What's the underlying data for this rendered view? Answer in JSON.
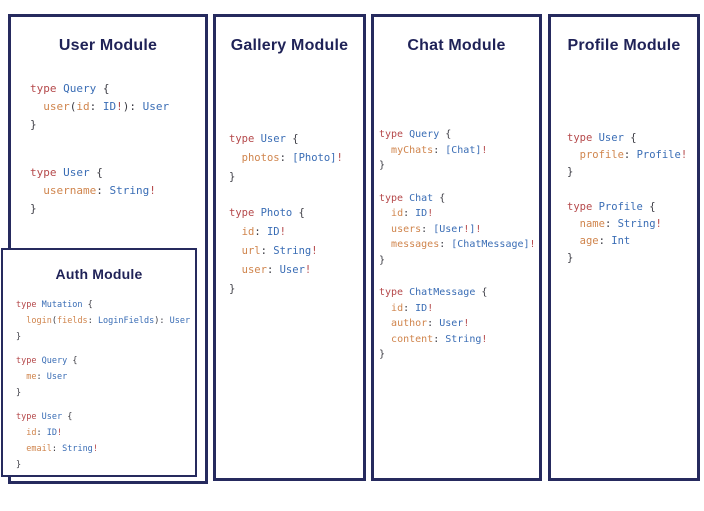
{
  "colors": {
    "border_navy": "#262a5e",
    "title_navy": "#1f2257",
    "keyword_red": "#b5494b",
    "typename_blue": "#3a6db5",
    "field_orange": "#d0854d",
    "punctuation_dark": "#3c3c44",
    "bang_red": "#b5494b",
    "background": "#ffffff"
  },
  "modules": [
    {
      "id": "user",
      "title": "User Module",
      "blocks": [
        [
          [
            [
              "k",
              "type "
            ],
            [
              "t",
              "Query "
            ],
            [
              "p",
              "{"
            ]
          ],
          [
            [
              "p",
              "  "
            ],
            [
              "f",
              "user"
            ],
            [
              "p",
              "("
            ],
            [
              "f",
              "id"
            ],
            [
              "p",
              ": "
            ],
            [
              "t",
              "ID"
            ],
            [
              "b",
              "!"
            ],
            [
              "p",
              "): "
            ],
            [
              "t",
              "User"
            ]
          ],
          [
            [
              "p",
              "}"
            ]
          ]
        ],
        [
          [
            [
              "k",
              "type "
            ],
            [
              "t",
              "User "
            ],
            [
              "p",
              "{"
            ]
          ],
          [
            [
              "p",
              "  "
            ],
            [
              "f",
              "username"
            ],
            [
              "p",
              ": "
            ],
            [
              "t",
              "String"
            ],
            [
              "b",
              "!"
            ]
          ],
          [
            [
              "p",
              "}"
            ]
          ]
        ]
      ]
    },
    {
      "id": "gallery",
      "title": "Gallery Module",
      "blocks": [
        [
          [
            [
              "k",
              "type "
            ],
            [
              "t",
              "User "
            ],
            [
              "p",
              "{"
            ]
          ],
          [
            [
              "p",
              "  "
            ],
            [
              "f",
              "photos"
            ],
            [
              "p",
              ": "
            ],
            [
              "t",
              "[Photo]"
            ],
            [
              "b",
              "!"
            ]
          ],
          [
            [
              "p",
              "}"
            ]
          ]
        ],
        [
          [
            [
              "k",
              "type "
            ],
            [
              "t",
              "Photo "
            ],
            [
              "p",
              "{"
            ]
          ],
          [
            [
              "p",
              "  "
            ],
            [
              "f",
              "id"
            ],
            [
              "p",
              ": "
            ],
            [
              "t",
              "ID"
            ],
            [
              "b",
              "!"
            ]
          ],
          [
            [
              "p",
              "  "
            ],
            [
              "f",
              "url"
            ],
            [
              "p",
              ": "
            ],
            [
              "t",
              "String"
            ],
            [
              "b",
              "!"
            ]
          ],
          [
            [
              "p",
              "  "
            ],
            [
              "f",
              "user"
            ],
            [
              "p",
              ": "
            ],
            [
              "t",
              "User"
            ],
            [
              "b",
              "!"
            ]
          ],
          [
            [
              "p",
              "}"
            ]
          ]
        ]
      ]
    },
    {
      "id": "chat",
      "title": "Chat Module",
      "blocks": [
        [
          [
            [
              "k",
              "type "
            ],
            [
              "t",
              "Query "
            ],
            [
              "p",
              "{"
            ]
          ],
          [
            [
              "p",
              "  "
            ],
            [
              "f",
              "myChats"
            ],
            [
              "p",
              ": "
            ],
            [
              "t",
              "[Chat]"
            ],
            [
              "b",
              "!"
            ]
          ],
          [
            [
              "p",
              "}"
            ]
          ]
        ],
        [
          [
            [
              "k",
              "type "
            ],
            [
              "t",
              "Chat "
            ],
            [
              "p",
              "{"
            ]
          ],
          [
            [
              "p",
              "  "
            ],
            [
              "f",
              "id"
            ],
            [
              "p",
              ": "
            ],
            [
              "t",
              "ID"
            ],
            [
              "b",
              "!"
            ]
          ],
          [
            [
              "p",
              "  "
            ],
            [
              "f",
              "users"
            ],
            [
              "p",
              ": "
            ],
            [
              "t",
              "[User"
            ],
            [
              "b",
              "!"
            ],
            [
              "t",
              "]"
            ],
            [
              "b",
              "!"
            ]
          ],
          [
            [
              "p",
              "  "
            ],
            [
              "f",
              "messages"
            ],
            [
              "p",
              ": "
            ],
            [
              "t",
              "[ChatMessage]"
            ],
            [
              "b",
              "!"
            ]
          ],
          [
            [
              "p",
              "}"
            ]
          ]
        ],
        [
          [
            [
              "k",
              "type "
            ],
            [
              "t",
              "ChatMessage "
            ],
            [
              "p",
              "{"
            ]
          ],
          [
            [
              "p",
              "  "
            ],
            [
              "f",
              "id"
            ],
            [
              "p",
              ": "
            ],
            [
              "t",
              "ID"
            ],
            [
              "b",
              "!"
            ]
          ],
          [
            [
              "p",
              "  "
            ],
            [
              "f",
              "author"
            ],
            [
              "p",
              ": "
            ],
            [
              "t",
              "User"
            ],
            [
              "b",
              "!"
            ]
          ],
          [
            [
              "p",
              "  "
            ],
            [
              "f",
              "content"
            ],
            [
              "p",
              ": "
            ],
            [
              "t",
              "String"
            ],
            [
              "b",
              "!"
            ]
          ],
          [
            [
              "p",
              "}"
            ]
          ]
        ]
      ]
    },
    {
      "id": "profile",
      "title": "Profile Module",
      "blocks": [
        [
          [
            [
              "k",
              "type "
            ],
            [
              "t",
              "User "
            ],
            [
              "p",
              "{"
            ]
          ],
          [
            [
              "p",
              "  "
            ],
            [
              "f",
              "profile"
            ],
            [
              "p",
              ": "
            ],
            [
              "t",
              "Profile"
            ],
            [
              "b",
              "!"
            ]
          ],
          [
            [
              "p",
              "}"
            ]
          ]
        ],
        [
          [
            [
              "k",
              "type "
            ],
            [
              "t",
              "Profile "
            ],
            [
              "p",
              "{"
            ]
          ],
          [
            [
              "p",
              "  "
            ],
            [
              "f",
              "name"
            ],
            [
              "p",
              ": "
            ],
            [
              "t",
              "String"
            ],
            [
              "b",
              "!"
            ]
          ],
          [
            [
              "p",
              "  "
            ],
            [
              "f",
              "age"
            ],
            [
              "p",
              ": "
            ],
            [
              "t",
              "Int"
            ]
          ],
          [
            [
              "p",
              "}"
            ]
          ]
        ]
      ]
    },
    {
      "id": "auth",
      "title": "Auth Module",
      "blocks": [
        [
          [
            [
              "k",
              "type "
            ],
            [
              "t",
              "Mutation "
            ],
            [
              "p",
              "{"
            ]
          ],
          [
            [
              "p",
              "  "
            ],
            [
              "f",
              "login"
            ],
            [
              "p",
              "("
            ],
            [
              "f",
              "fields"
            ],
            [
              "p",
              ": "
            ],
            [
              "t",
              "LoginFields"
            ],
            [
              "p",
              "): "
            ],
            [
              "t",
              "User"
            ]
          ],
          [
            [
              "p",
              "}"
            ]
          ]
        ],
        [
          [
            [
              "k",
              "type "
            ],
            [
              "t",
              "Query "
            ],
            [
              "p",
              "{"
            ]
          ],
          [
            [
              "p",
              "  "
            ],
            [
              "f",
              "me"
            ],
            [
              "p",
              ": "
            ],
            [
              "t",
              "User"
            ]
          ],
          [
            [
              "p",
              "}"
            ]
          ]
        ],
        [
          [
            [
              "k",
              "type "
            ],
            [
              "t",
              "User "
            ],
            [
              "p",
              "{"
            ]
          ],
          [
            [
              "p",
              "  "
            ],
            [
              "f",
              "id"
            ],
            [
              "p",
              ": "
            ],
            [
              "t",
              "ID"
            ],
            [
              "b",
              "!"
            ]
          ],
          [
            [
              "p",
              "  "
            ],
            [
              "f",
              "email"
            ],
            [
              "p",
              ": "
            ],
            [
              "t",
              "String"
            ],
            [
              "b",
              "!"
            ]
          ],
          [
            [
              "p",
              "}"
            ]
          ]
        ]
      ]
    }
  ]
}
